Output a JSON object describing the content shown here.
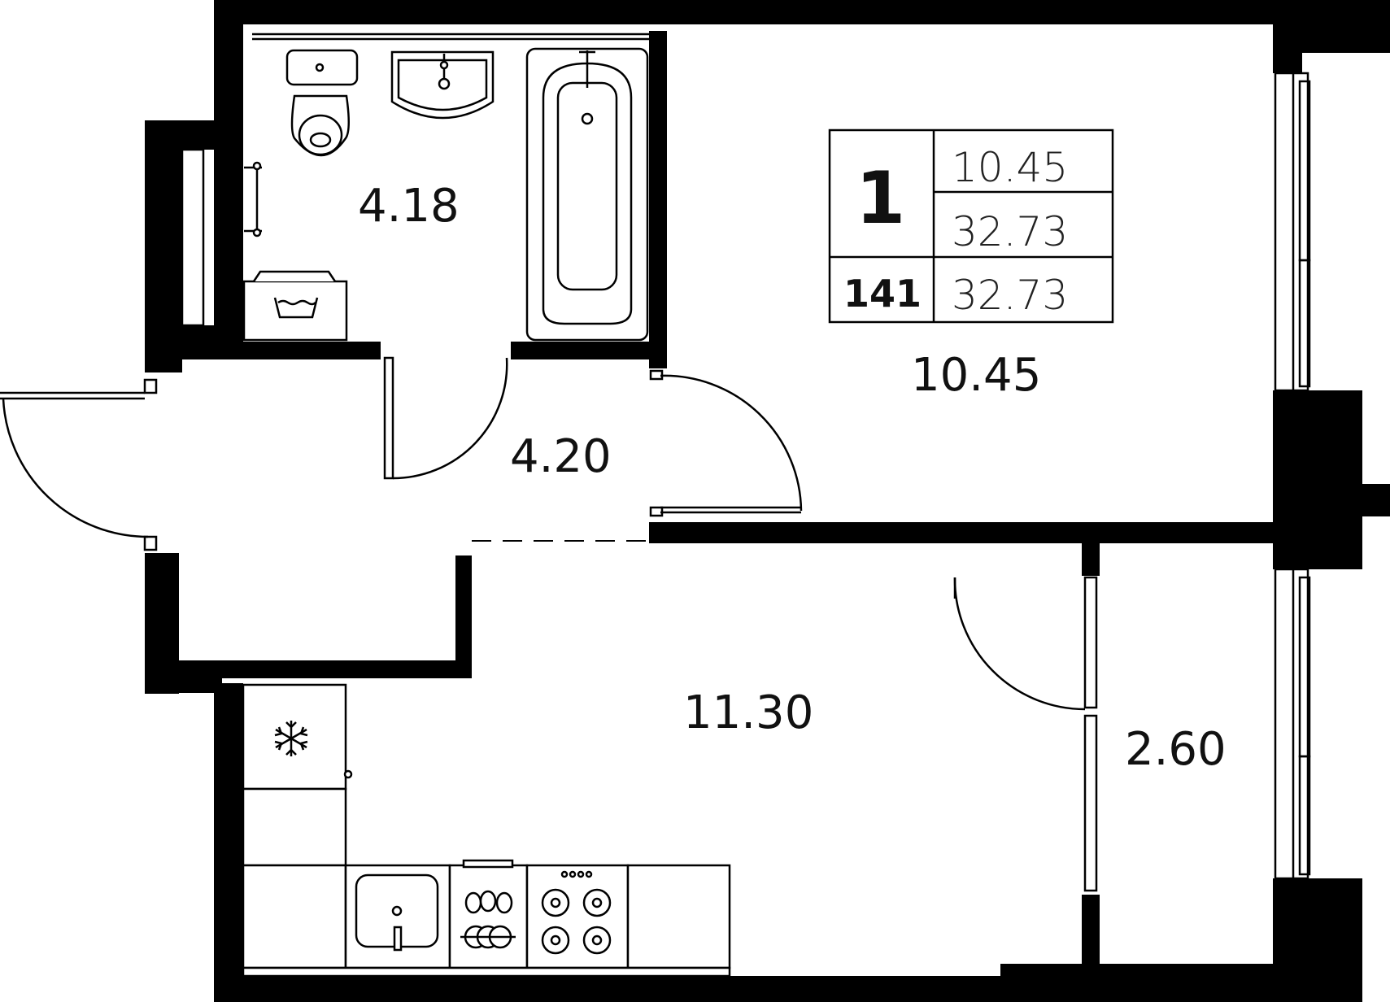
{
  "rooms": {
    "bathroom": {
      "area": "4.18"
    },
    "hallway": {
      "area": "4.20"
    },
    "bedroom": {
      "area": "10.45"
    },
    "kitchen": {
      "area": "11.30"
    },
    "balcony": {
      "area": "2.60"
    }
  },
  "info_card": {
    "rooms_count": "1",
    "apartment_number": "141",
    "living_area": "10.45",
    "total_area": "32.73",
    "total_area_with_balcony": "32.73"
  },
  "colors": {
    "wall": "#000000",
    "background": "#ffffff",
    "line": "#000000"
  },
  "icons": [
    "snowflake-icon",
    "washing-machine-icon",
    "toilet-icon",
    "sink-icon",
    "bathtub-icon",
    "stove-icon",
    "towel-rail-icon"
  ]
}
